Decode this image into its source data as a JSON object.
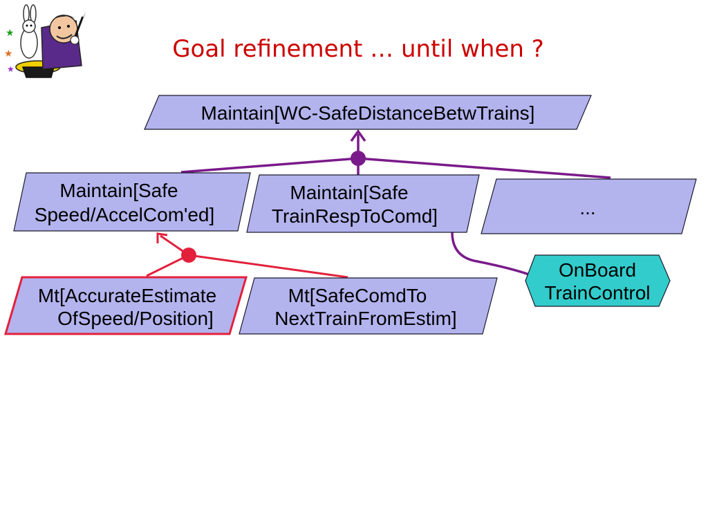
{
  "slide": {
    "title": "Goal refinement … until when ?"
  },
  "diagram": {
    "root_goal": {
      "label": "Maintain[WC-SafeDistanceBetwTrains]"
    },
    "subgoals": [
      {
        "line1": "Maintain[Safe",
        "line2": "Speed/AccelCom'ed]"
      },
      {
        "line1": "Maintain[Safe",
        "line2": "TrainRespToComd]"
      },
      {
        "line1": "..."
      }
    ],
    "leaf_goals": [
      {
        "line1": "Mt[AccurateEstimate",
        "line2": "OfSpeed/Position]"
      },
      {
        "line1": "Mt[SafeComdTo",
        "line2": "NextTrainFromEstim]"
      }
    ],
    "agent": {
      "line1": "OnBoard",
      "line2": "TrainControl"
    },
    "colors": {
      "goal_fill": "#b3b3ee",
      "agent_fill": "#33cccc",
      "refinement_link": "#7a1a8a",
      "highlight": "#e3203c",
      "title": "#cc0000"
    }
  },
  "icons": {
    "magician": "magician-icon"
  }
}
